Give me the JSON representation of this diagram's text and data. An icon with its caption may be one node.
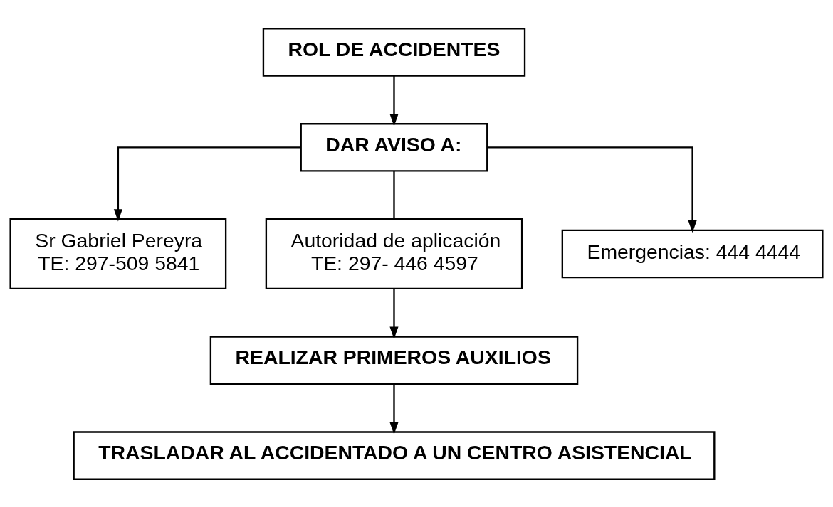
{
  "diagram": {
    "nodes": [
      {
        "text": [
          "ROL DE ACCIDENTES"
        ]
      },
      {
        "text": [
          "DAR AVISO A:"
        ]
      },
      {
        "text": [
          "Sr Gabriel Pereyra",
          "TE: 297-509 5841"
        ]
      },
      {
        "text": [
          "Autoridad de aplicación",
          "TE: 297- 446 4597"
        ]
      },
      {
        "text": [
          "Emergencias: 444 4444"
        ]
      },
      {
        "text": [
          "REALIZAR PRIMEROS AUXILIOS"
        ]
      },
      {
        "text": [
          "TRASLADAR AL ACCIDENTADO A UN CENTRO ASISTENCIAL"
        ]
      }
    ],
    "edges": [
      {
        "from": 0,
        "to": 1,
        "arrow": "to"
      },
      {
        "from": 1,
        "to": 2,
        "arrow": "to"
      },
      {
        "from": 1,
        "to": 3,
        "arrow": "none"
      },
      {
        "from": 1,
        "to": 4,
        "arrow": "to"
      },
      {
        "from": 3,
        "to": 5,
        "arrow": "to"
      },
      {
        "from": 5,
        "to": 6,
        "arrow": "to"
      }
    ]
  }
}
